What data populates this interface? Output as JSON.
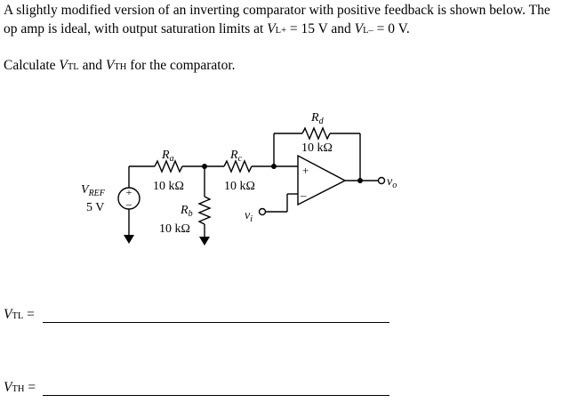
{
  "problem": {
    "line1": "A slightly modified version of an inverting comparator with positive feedback is shown below.  The",
    "line2_pre": "op amp is ideal, with output saturation limits at ",
    "vlplus_var": "V",
    "vlplus_sub": "L+",
    "vlplus_val": " = 15 V and ",
    "vlminus_var": "V",
    "vlminus_sub": "L–",
    "vlminus_val": " = 0 V.",
    "line3_pre": "Calculate ",
    "vtl_var": "V",
    "vtl_sub": "TL",
    "and": " and ",
    "vth_var": "V",
    "vth_sub": "TH",
    "line3_post": " for the comparator."
  },
  "answers": {
    "vtl_var": "V",
    "vtl_sub": "TL",
    "vth_var": "V",
    "vth_sub": "TH",
    "eq": " ="
  },
  "circuit": {
    "ra": {
      "name": "R",
      "sub": "a",
      "value": "10 kΩ"
    },
    "rb": {
      "name": "R",
      "sub": "b",
      "value": "10 kΩ"
    },
    "rc": {
      "name": "R",
      "sub": "c",
      "value": "10 kΩ"
    },
    "rd": {
      "name": "R",
      "sub": "d",
      "value": "10 kΩ"
    },
    "vref": {
      "name": "V",
      "sub": "REF",
      "value": "5 V"
    },
    "vi": {
      "name": "v",
      "sub": "i"
    },
    "vo": {
      "name": "v",
      "sub": "o"
    },
    "plus": "+",
    "minus": "–"
  }
}
